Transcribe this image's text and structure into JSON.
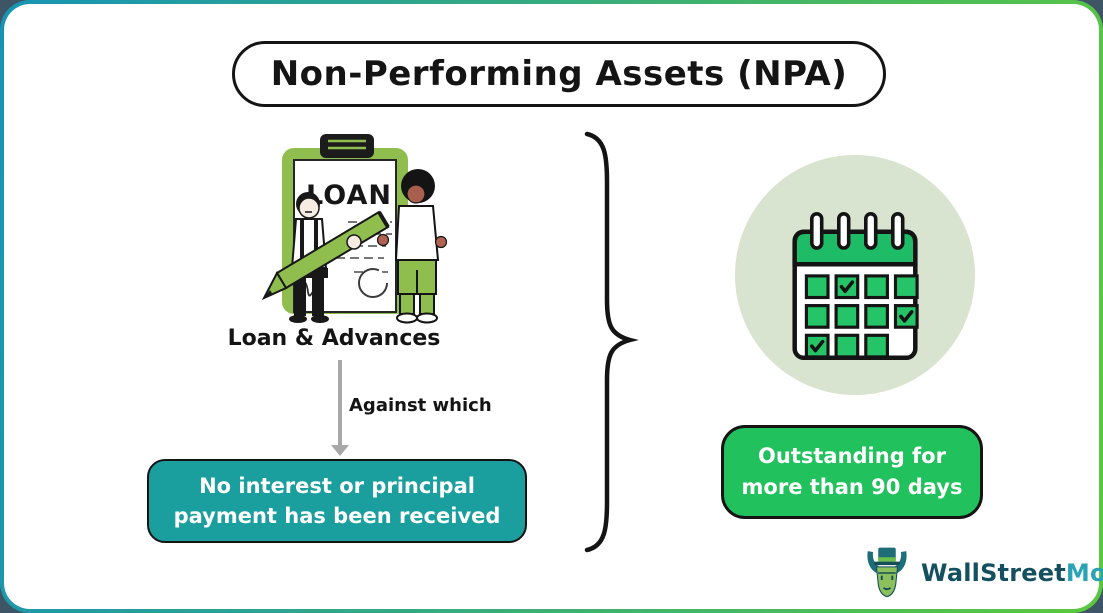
{
  "frame": {
    "border_gradient_start": "#1794b4",
    "border_gradient_end": "#5cc83e",
    "card_background": "#ffffff",
    "outer_background": "#3e5565"
  },
  "title": "Non-Performing Assets (NPA)",
  "left_flow": {
    "illustration": "loan-agreement-signing-illustration",
    "document_label": "LOAN",
    "caption": "Loan & Advances",
    "connector_label": "Against which",
    "outcome": "No interest or principal\npayment has been received",
    "outcome_color": "#1b9e9e"
  },
  "connector": {
    "shape": "curly-brace",
    "color": "#141414"
  },
  "right_flow": {
    "illustration": "calendar-with-checkmarks-illustration",
    "circle_color": "#d8e3d0",
    "calendar_color": "#1ebc67",
    "outcome": "Outstanding for\nmore than 90 days",
    "outcome_color": "#21c25e"
  },
  "brand": {
    "icon": "bull-mascot-icon",
    "primary": "WallStreet",
    "secondary": "Mojo",
    "primary_color": "#15505f",
    "secondary_color": "#2aa4b5"
  }
}
